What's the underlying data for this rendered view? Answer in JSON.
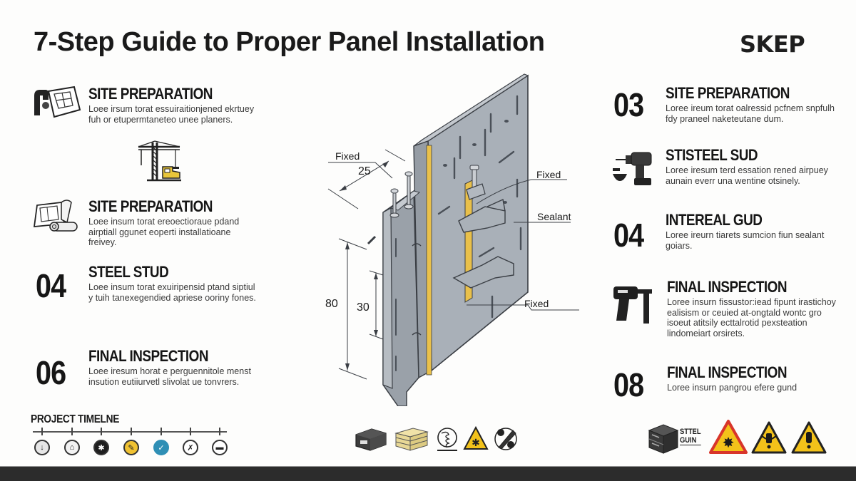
{
  "header": {
    "title": "7-Step Guide to Proper Panel Installation",
    "brand": "SKEP"
  },
  "left_steps": [
    {
      "number": "",
      "icon": "blueprint-icon",
      "heading": "SITE PREPARATION",
      "body": "Loee irsum torat essuiraitionjened ekrtuey fuh or etupermtaneteo unee planers."
    },
    {
      "number": "",
      "icon": "rolled-plans-icon",
      "heading": "SITE PREPARATION",
      "body": "Loee insum torat ereoectioraue pdand airptiall ggunet eoperti installatioane freivey."
    },
    {
      "number": "04",
      "icon": "",
      "heading": "STEEL STUD",
      "body": "Loee insum torat exuiripensid ptand siptiul y tuih tanexegendied apriese ooriny fones."
    },
    {
      "number": "06",
      "icon": "",
      "heading": "FINAL INSPECTION",
      "body": "Loee iresum horat e perguennitole menst insution eutiiurvetl slivolat ue tonvrers."
    }
  ],
  "right_steps": [
    {
      "number": "03",
      "icon": "",
      "heading": "SITE PREPARATION",
      "body": "Loree ireum torat oalressid pcfnem snpfulh fdy praneel naketeutane dum."
    },
    {
      "number": "",
      "icon": "drill-icon",
      "heading": "STISTEEL SUD",
      "body": "Loree iresum terd essation rened airpuey aunain everr una wentine otsinely."
    },
    {
      "number": "04",
      "icon": "",
      "heading": "INTEREAL GUD",
      "body": "Loree ireurn tiarets sumcion fiun sealant goiars."
    },
    {
      "number": "",
      "icon": "nail-gun-icon",
      "heading": "FINAL INSPECTION",
      "body": "Loree insurn fissustor:iead fipunt irastichoy ealisism or ceuied at-ongtald wontc gro isoeut atitsily ecttalrotid pexsteation lindomeiart orsirets."
    },
    {
      "number": "08",
      "icon": "",
      "heading": "FINAL INSPECTION",
      "body": "Loree insurn pangrou efere gund"
    }
  ],
  "diagram": {
    "labels": {
      "fixed_top_left": "Fixed",
      "dim_25": "25",
      "fixed_right": "Fixed",
      "sealant": "Sealant",
      "fixed_bottom": "Fixed",
      "dim_80": "80",
      "dim_30": "30"
    },
    "colors": {
      "panel": "#a9b0b8",
      "panel_dark": "#8d949c",
      "sealant": "#e9c04a",
      "outline": "#3a3e44"
    }
  },
  "timeline": {
    "title": "PROJECT TIMELNE",
    "markers": [
      {
        "icon": "download-icon",
        "glyph": "↓",
        "bg": "#e6e6e6",
        "fg": "#222"
      },
      {
        "icon": "house-icon",
        "glyph": "⌂",
        "bg": "#f2f2f2",
        "fg": "#222"
      },
      {
        "icon": "worker-icon",
        "glyph": "✱",
        "bg": "#1e1e1e",
        "fg": "#fff"
      },
      {
        "icon": "tool-icon",
        "glyph": "✎",
        "bg": "#f0c232",
        "fg": "#222"
      },
      {
        "icon": "check-icon",
        "glyph": "✓",
        "bg": "#2f8fb5",
        "fg": "#fff"
      },
      {
        "icon": "hammer-icon",
        "glyph": "✗",
        "bg": "#ffffff",
        "fg": "#222"
      },
      {
        "icon": "toolbox-icon",
        "glyph": "▬",
        "bg": "#ffffff",
        "fg": "#222"
      }
    ]
  },
  "bottom_icons_center": [
    "box-icon",
    "insulation-stack-icon",
    "spring-icon",
    "hazard-warning-icon",
    "pencil-tools-icon"
  ],
  "bottom_icons_right": {
    "box_label_line1": "STTEL",
    "box_label_line2": "GUIN",
    "warnings": [
      "explosion-warning-icon",
      "hand-hazard-warning-icon",
      "electric-hazard-warning-icon"
    ]
  }
}
